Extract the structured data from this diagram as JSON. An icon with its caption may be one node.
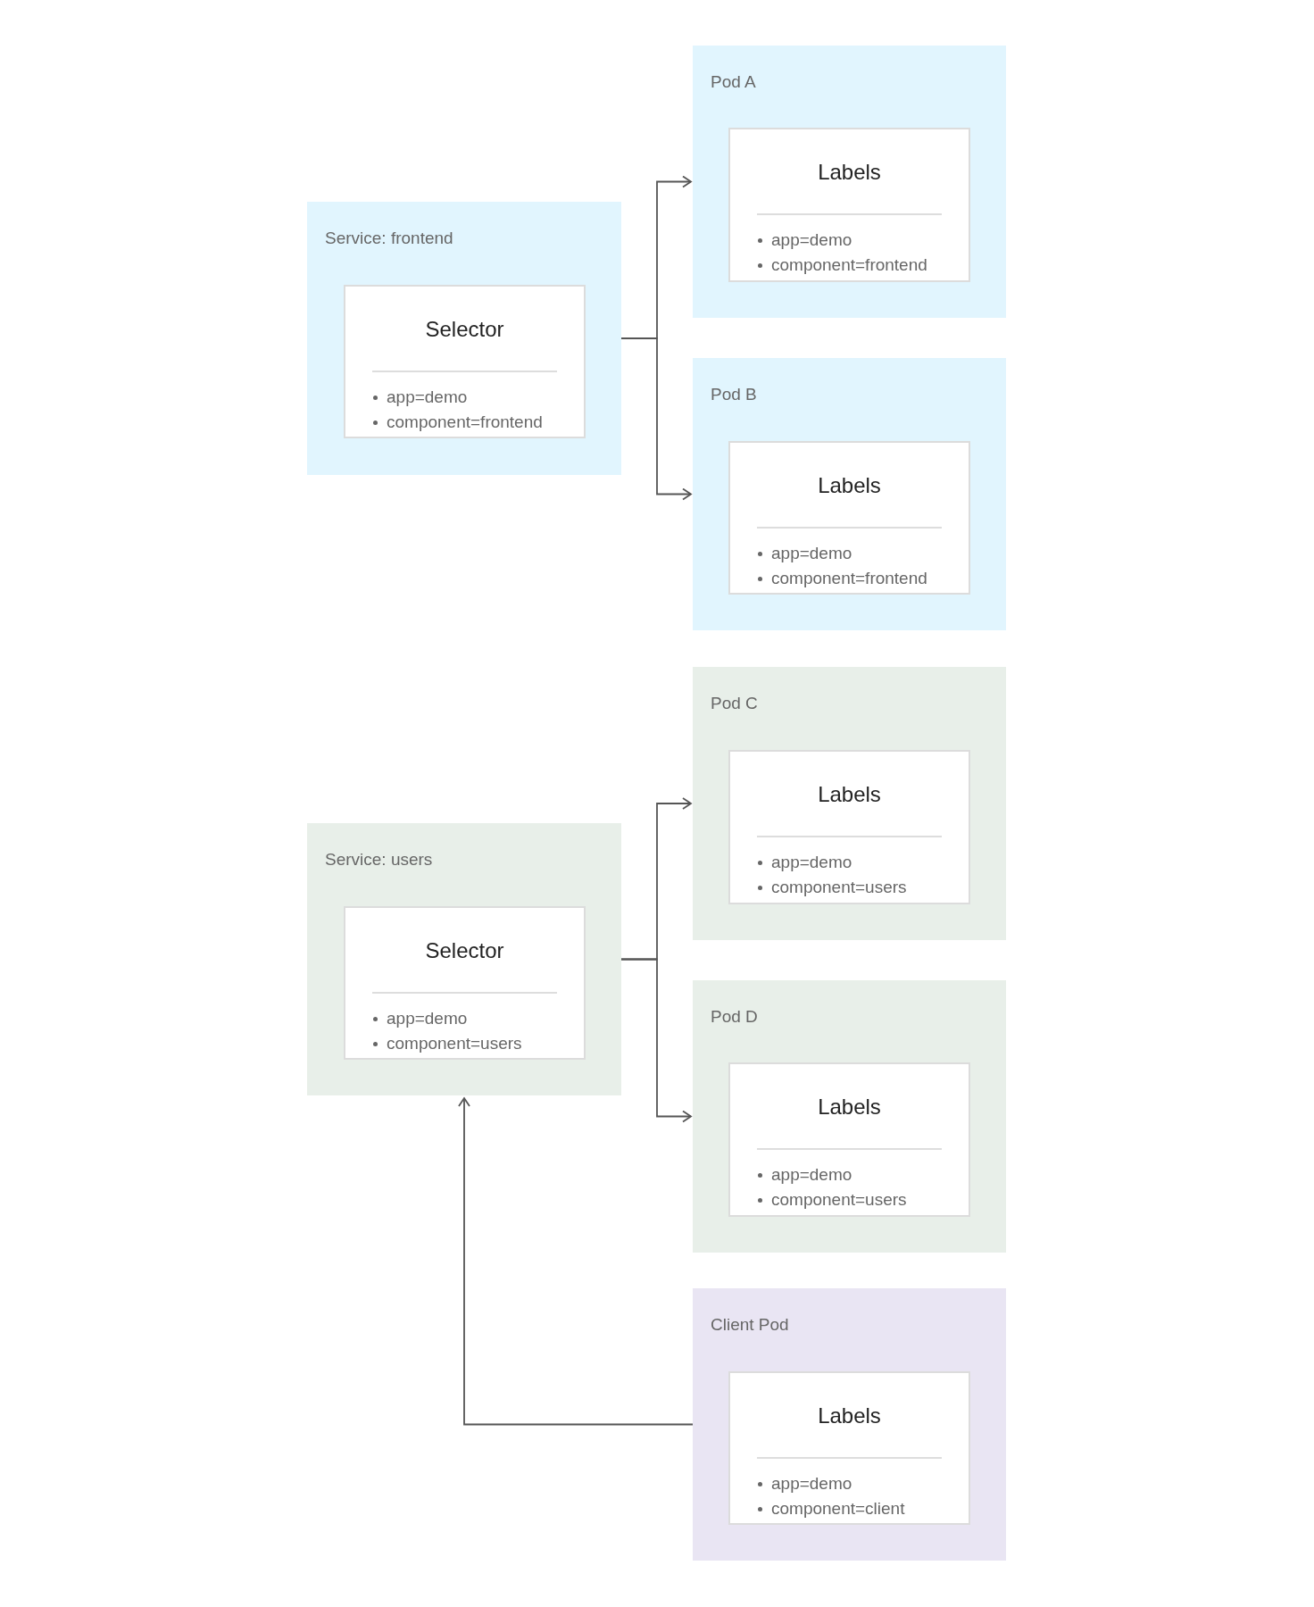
{
  "diagram": {
    "nodes": [
      {
        "text": [
          "Service: frontend"
        ]
      },
      {
        "text": [
          "Selector",
          "app=demo",
          "component=frontend"
        ],
        "in": 0
      },
      {
        "text": [
          "Pod A"
        ]
      },
      {
        "text": [
          "Labels",
          "app=demo",
          "component=frontend"
        ],
        "in": 2
      },
      {
        "text": [
          "Pod B"
        ]
      },
      {
        "text": [
          "Labels",
          "app=demo",
          "component=frontend"
        ],
        "in": 4
      },
      {
        "text": [
          "Pod C"
        ]
      },
      {
        "text": [
          "Labels",
          "app=demo",
          "component=users"
        ],
        "in": 6
      },
      {
        "text": [
          "Service: users"
        ]
      },
      {
        "text": [
          "Selector",
          "app=demo",
          "component=users"
        ],
        "in": 8
      },
      {
        "text": [
          "Pod D"
        ]
      },
      {
        "text": [
          "Labels",
          "app=demo",
          "component=users"
        ],
        "in": 10
      },
      {
        "text": [
          "Client Pod"
        ]
      },
      {
        "text": [
          "Labels",
          "app=demo",
          "component=client"
        ],
        "in": 12
      }
    ],
    "edges": [
      {
        "from": 0,
        "to": 2,
        "arrow": "to"
      },
      {
        "from": 0,
        "to": 4,
        "arrow": "to"
      },
      {
        "from": 8,
        "to": 6,
        "arrow": "to"
      },
      {
        "from": 8,
        "to": 10,
        "arrow": "to"
      },
      {
        "from": 12,
        "to": 8,
        "arrow": "to"
      }
    ]
  }
}
